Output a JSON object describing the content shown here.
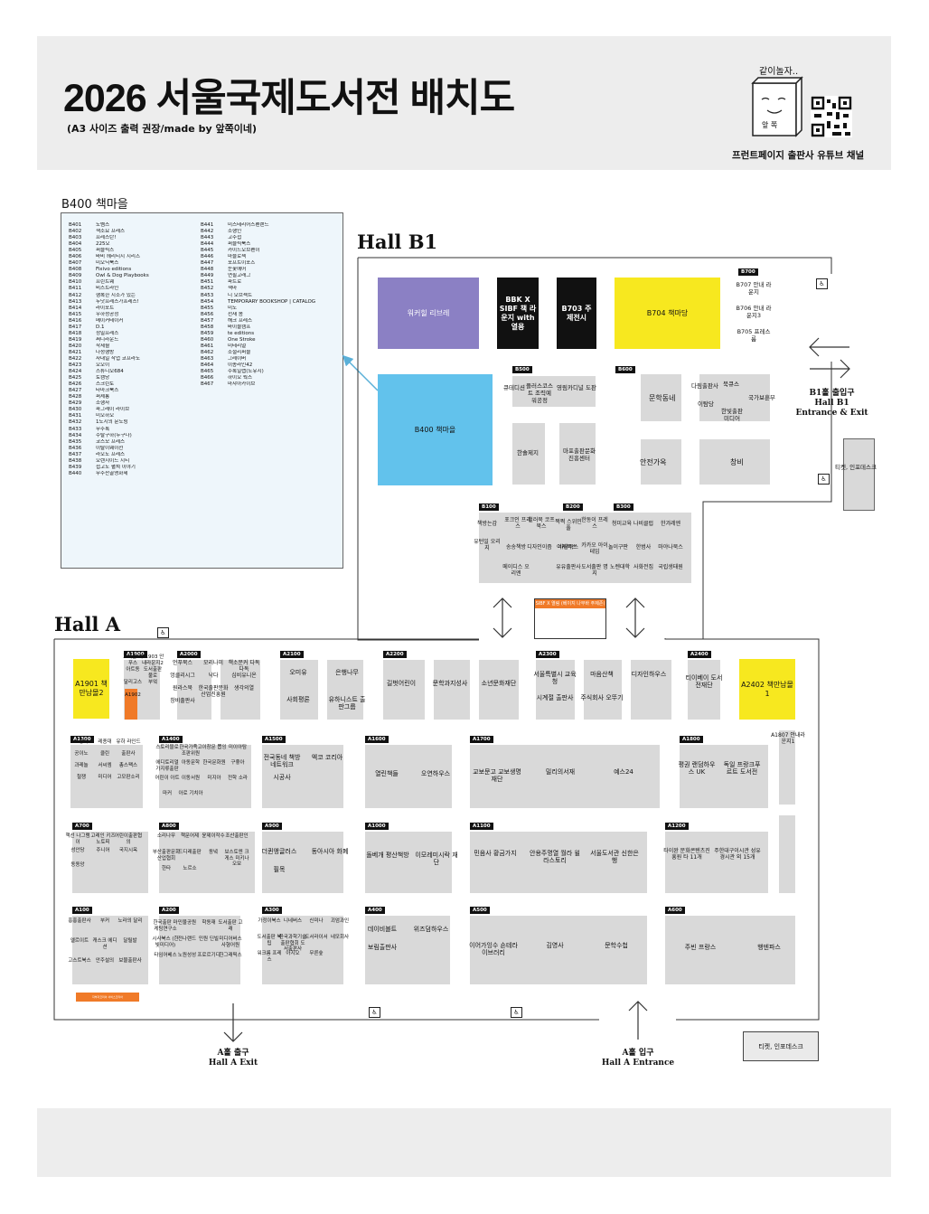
{
  "header": {
    "title": "2026 서울국제도서전 배치도",
    "subtitle": "(A3 사이즈 출력 권장/made by 앞쪽이네)",
    "promo_top": "같이놀자..",
    "promo_bottom": "프런트페이지 출판사 유튜브 채널"
  },
  "b400_list": {
    "heading": "B400 책마을",
    "items": [
      [
        "B401",
        "노벰스"
      ],
      [
        "B402",
        "책소요 프레스"
      ],
      [
        "B403",
        "프레스탄!"
      ],
      [
        "B404",
        "225오"
      ],
      [
        "B405",
        "퍼블릭스"
      ],
      [
        "B406",
        "바비 헤리티지 시리즈"
      ],
      [
        "B407",
        "미오닉북스"
      ],
      [
        "B408",
        "Fixivo editions"
      ],
      [
        "B409",
        "Owl & Dog Playbooks"
      ],
      [
        "B410",
        "프린트웨"
      ],
      [
        "B411",
        "비스트라인"
      ],
      [
        "B412",
        "행복한 지소가 있는"
      ],
      [
        "B413",
        "두낫프레스가프레스!"
      ],
      [
        "B414",
        "라이포트"
      ],
      [
        "B415",
        "우하성공정"
      ],
      [
        "B416",
        "메이커테이커"
      ],
      [
        "B417",
        "D.1"
      ],
      [
        "B418",
        "정밀프레스"
      ],
      [
        "B419",
        "써니라운드"
      ],
      [
        "B420",
        "작세월"
      ],
      [
        "B421",
        "나성행방"
      ],
      [
        "B422",
        "사내일 작업 코프라노"
      ],
      [
        "B423",
        "오오이"
      ],
      [
        "B424",
        "스튜디오684"
      ],
      [
        "B425",
        "토캠당"
      ],
      [
        "B426",
        "스크린토"
      ],
      [
        "B427",
        "타마크북스"
      ],
      [
        "B428",
        "퍼셰롱"
      ],
      [
        "B429",
        "소행사"
      ],
      [
        "B430",
        "파그레이 라이브"
      ],
      [
        "B431",
        "미오하오"
      ],
      [
        "B432",
        "1도시의 문도링"
      ],
      [
        "B433",
        "무주록"
      ],
      [
        "B434",
        "수탈구하(누구나)"
      ],
      [
        "B435",
        "코스모 프레스"
      ],
      [
        "B436",
        "이탈이웨이선"
      ],
      [
        "B437",
        "라오도 프레스"
      ],
      [
        "B438",
        "오렌지이드 시티"
      ],
      [
        "B439",
        "접고도 펼쳐 이야기"
      ],
      [
        "B440",
        "무주산골영화제"
      ],
      [
        "B441",
        "미스테리어스펜랜드"
      ],
      [
        "B442",
        "소행인"
      ],
      [
        "B443",
        "고주접"
      ],
      [
        "B444",
        "퍼블릭북스"
      ],
      [
        "B445",
        "카이드오브펜이"
      ],
      [
        "B446",
        "마블로젝"
      ],
      [
        "B447",
        "포프트이포즈"
      ],
      [
        "B448",
        "눈꽃에어"
      ],
      [
        "B449",
        "연필고래그"
      ],
      [
        "B451",
        "파트로"
      ],
      [
        "B452",
        "책마"
      ],
      [
        "B453",
        "디 오브젝트"
      ],
      [
        "B454",
        "TEMPORARY BOOKSHOP | CATALOG"
      ],
      [
        "B455",
        "미도"
      ],
      [
        "B456",
        "선재 몸"
      ],
      [
        "B457",
        "해크 프레스"
      ],
      [
        "B458",
        "바이블캠프"
      ],
      [
        "B459",
        "te editions"
      ],
      [
        "B460",
        "One Stroke"
      ],
      [
        "B461",
        "미테리얼"
      ],
      [
        "B462",
        "소셜리퍼블"
      ],
      [
        "B463",
        "그레이버"
      ],
      [
        "B464",
        "이종라인42"
      ],
      [
        "B465",
        "수록일랩(도유지)"
      ],
      [
        "B466",
        "하이오 웍스"
      ],
      [
        "B467",
        "마샤아카이브"
      ]
    ]
  },
  "hall_b1": {
    "title": "Hall B1",
    "booths": [
      {
        "label": "워커힐 리브레",
        "color": "#8b80c4"
      },
      {
        "label": "BBK X SIBF 책 라운지 with 열용",
        "color": "#111111"
      },
      {
        "label": "B703 주제전시",
        "color": "#111111"
      },
      {
        "label": "B704 책마당",
        "color": "#f7e81f"
      },
      {
        "label": "B400 책마을",
        "color": "#62c2ec"
      }
    ],
    "b700_side": [
      "B707 안내 라운지",
      "B706 안내 라운지3",
      "B705 프레스룸"
    ],
    "b500": [
      "큐테디션",
      "플러스코스트 조력예워공정",
      "영림카디널",
      "도판",
      "한솔제지",
      "마포출판문화 진흥센터"
    ],
    "b600": [
      "문학동네",
      "다림출판사",
      "북큐스",
      "이탐당",
      "국가보훈부",
      "한빛출판 미디어",
      "안전가옥",
      "창비"
    ],
    "b100": [
      "책방는감",
      "포크인 프리스",
      "헐러북 코프북스",
      "유턴일 오리지",
      "송송책방",
      "디자인이즘",
      "이지북스",
      "메이디스 오리엔"
    ],
    "b200": [
      "쩍쩍 스위민풀",
      "바람북스",
      "유유출판사"
    ],
    "b300": [
      "한동이 프레스",
      "카카오 아이테임",
      "도서출판 명지",
      "청미교육",
      "나비클럽",
      "한겨레엔",
      "마야나북스",
      "놀이구판",
      "한범사",
      "노렌대학",
      "사화전집",
      "국립생태원"
    ],
    "sibf_banner": "SIBF X 열림 (베이지 나무바 주제존)",
    "entrance": "B1홀 출입구\nHall B1\nEntrance & Exit",
    "ticket": "티켓, 인포데스크",
    "tags": {
      "b700": "B700",
      "b500": "B500",
      "b600": "B600",
      "b100": "B100",
      "b200": "B200",
      "b300": "B300"
    }
  },
  "hall_a": {
    "title": "Hall A",
    "top_row": [
      {
        "code": "A1901",
        "label": "A1901 책만남몰2",
        "color": "#f7e81f"
      },
      {
        "label": "A2402 책만남몰1",
        "color": "#f7e81f"
      }
    ],
    "a1900": [
      "그래블 레푸스",
      "A1903 안내라운지2",
      "아트동",
      "도서출판 불로",
      "달리고스",
      "부엌",
      "A1902"
    ],
    "a2000": [
      "언푸북스",
      "모리나미",
      "책소문커 다독다독",
      "엉클리시그",
      "낙다",
      "심비유니온",
      "원라스북",
      "한국출판문화 산업진흥원",
      "생각의열",
      "창비출판사"
    ],
    "a2100": [
      "오미유",
      "은행나무",
      "사회평론",
      "유하니스트 출판그룹"
    ],
    "a2200": [
      "길벗어린이",
      "문학과지성사",
      "소년문화재단"
    ],
    "a2300": [
      "서울특별시 교육청",
      "마음산책",
      "디자인하우스",
      "시계절 출판사",
      "주식회사 오뚜기"
    ],
    "a2400": [
      "티이베이 도서전재단"
    ],
    "a1807": "A1807 안내라운지1",
    "row2_titles": [
      "A1300",
      "A1400",
      "A1500",
      "A1600",
      "A1700",
      "A1800"
    ],
    "a1500": [
      "전국동네 책방네트워크",
      "엑코 코리아",
      "시공사"
    ],
    "a1600": [
      "열린책들",
      "오연하우스"
    ],
    "a1700": [
      "교보문고 교보생명재단",
      "밀리의서재",
      "예스24"
    ],
    "a1800": [
      "평권 랜덤하우스 UK",
      "독일 프랑크푸르트 도서전"
    ],
    "a1300": [
      "소망각",
      "레종대",
      "유하 라인드",
      "공이노",
      "클린",
      "출판사",
      "과레놀",
      "서씨엠",
      "총스팩스",
      "철쟁",
      "미디어",
      "고모판소리"
    ],
    "a1400": [
      "스토리블로",
      "한국가족고 조판위원",
      "이창문 뽑잉",
      "미이아탐",
      "에디토리얼 가지류출판",
      "아동문학",
      "한국문화원",
      "구좋아",
      "어린이 아트",
      "이동서원",
      "미지아",
      "전학 소라",
      "마커",
      "아로 기치아"
    ],
    "row3_titles": [
      "A700",
      "A800",
      "A900",
      "A1000",
      "A1100",
      "A1200"
    ],
    "a900": [
      "더퀸앵글러스",
      "동아시아 화폐",
      "필목"
    ],
    "a1000": [
      "돌베개 평산책방",
      "이모레미시락 재단"
    ],
    "a1100": [
      "민음사 황금가지",
      "안용주명열 월라 윌라스토리",
      "서울도서관 신한은행"
    ],
    "a1200": [
      "타이완 문화콘텐츠진흥원 타 11개",
      "주한대구이시관 성유경시관 외 15개"
    ],
    "a700": [
      "책선 나그램이",
      "고레인 키즈노토피",
      "어린이출판협의",
      "성안당",
      "주니어",
      "국지시옥",
      "동동앙"
    ],
    "a800": [
      "소리나무",
      "책문어제",
      "윤제이작수",
      "조산출판인",
      "부산출판문화 산업협회",
      "드디레출판",
      "동녘",
      "보스토엔 크게스 미키나오보",
      "한타",
      "노르소"
    ],
    "row4_titles": [
      "A100",
      "A200",
      "A300",
      "A400",
      "A500",
      "A600"
    ],
    "a400": [
      "데이비블트",
      "위즈덤하우스",
      "보림출판사"
    ],
    "a500": [
      "이어가잉수 숀테라이브러리",
      "김영사",
      "문학수첩"
    ],
    "a600": [
      "주빈 프랑스",
      "행덴파스"
    ],
    "a100": [
      "홍홍출판사",
      "부커",
      "노라의 달리",
      "엘르이트",
      "캐스크 에디션",
      "달릴발",
      "고스트북스",
      "안주설의",
      "보물출판사"
    ],
    "a200": [
      "한국출판 마케팅연구소",
      "민물공원",
      "학동재",
      "도서출판 고래",
      "시사북스 (한빛미디어)",
      "전나랜드",
      "민원 딘빌",
      "미디어버스 사형어원",
      "타임어베스",
      "노원성성",
      "프로르기디",
      "한그래픽스"
    ],
    "a300": [
      "가정이북스",
      "니네버스",
      "신미나",
      "괴엄과인",
      "도서출판 북팁",
      "한국과학기술출판협회 도서출판사",
      "도서라이서",
      "네모회사",
      "워크룸 프레스",
      "아지오",
      "무른숲"
    ],
    "a_exit": "A홀 출구\nHall A Exit",
    "a_entrance": "A홀 입구\nHall A Entrance",
    "ticket": "티켓, 인포데스크",
    "orange_bar_text": "자부자코리아 서비스코리아"
  }
}
